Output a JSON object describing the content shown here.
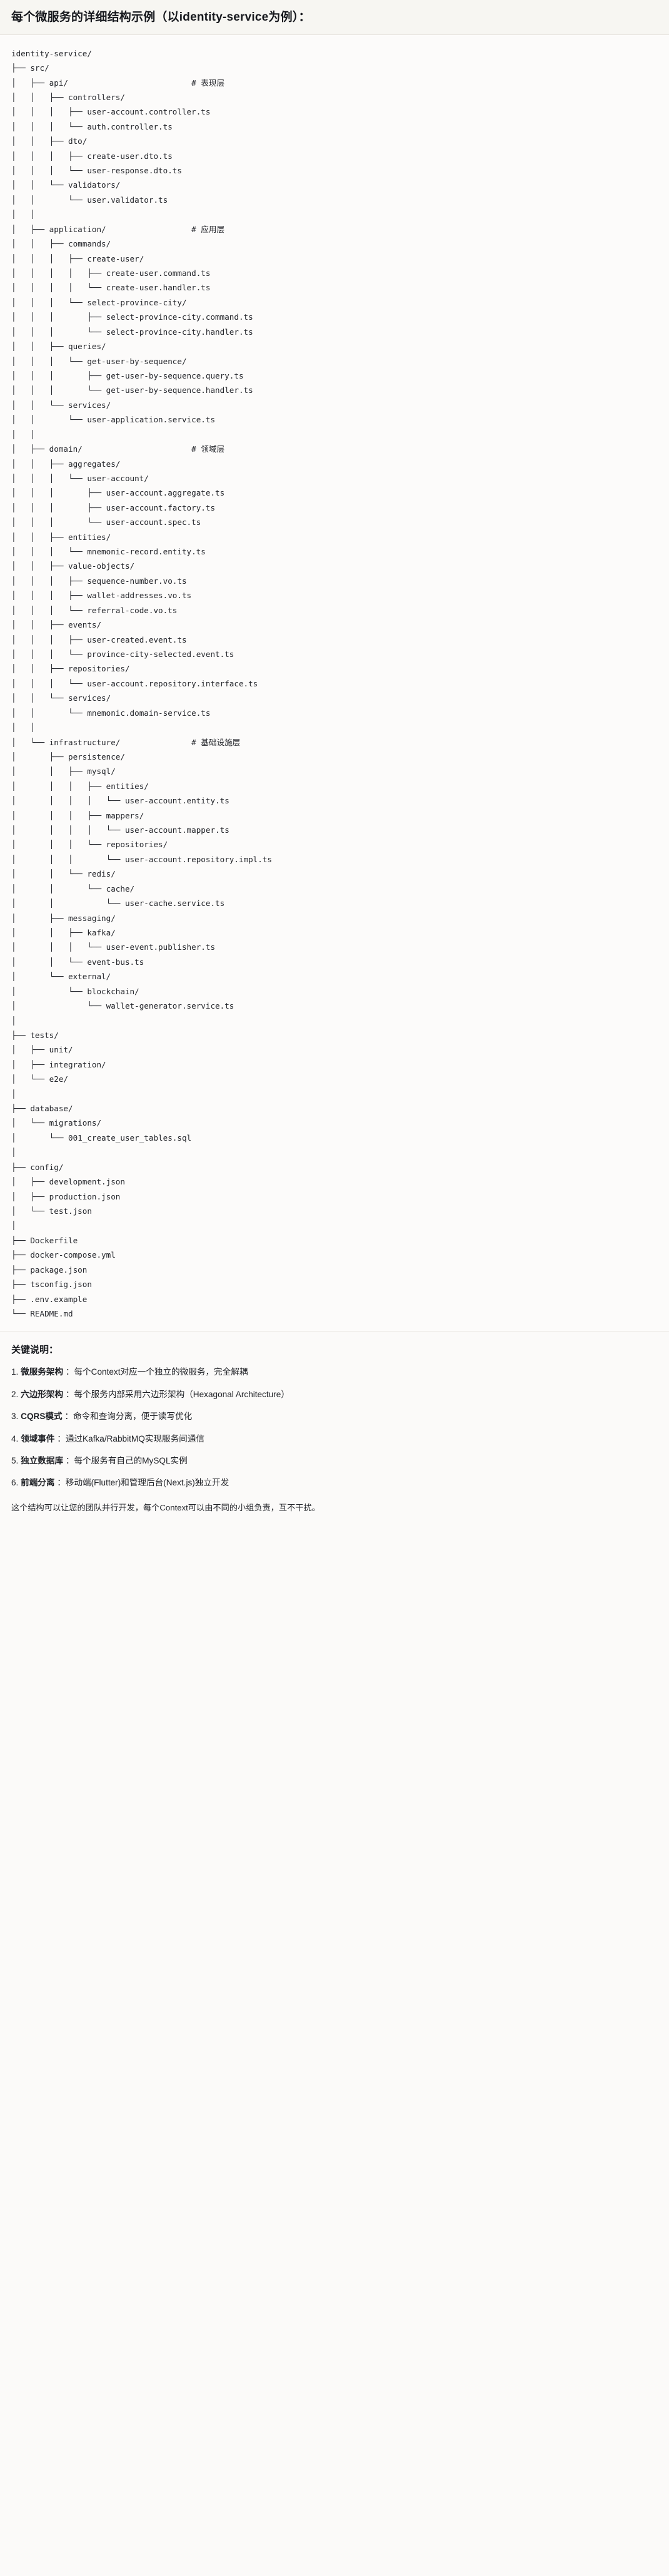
{
  "header": {
    "title": "每个微服务的详细结构示例（以identity-service为例）："
  },
  "tree": {
    "root_label": "identity-service/",
    "text": "identity-service/\n├── src/\n│   ├── api/                          # 表现层\n│   │   ├── controllers/\n│   │   │   ├── user-account.controller.ts\n│   │   │   └── auth.controller.ts\n│   │   ├── dto/\n│   │   │   ├── create-user.dto.ts\n│   │   │   └── user-response.dto.ts\n│   │   └── validators/\n│   │       └── user.validator.ts\n│   │\n│   ├── application/                  # 应用层\n│   │   ├── commands/\n│   │   │   ├── create-user/\n│   │   │   │   ├── create-user.command.ts\n│   │   │   │   └── create-user.handler.ts\n│   │   │   └── select-province-city/\n│   │   │       ├── select-province-city.command.ts\n│   │   │       └── select-province-city.handler.ts\n│   │   ├── queries/\n│   │   │   └── get-user-by-sequence/\n│   │   │       ├── get-user-by-sequence.query.ts\n│   │   │       └── get-user-by-sequence.handler.ts\n│   │   └── services/\n│   │       └── user-application.service.ts\n│   │\n│   ├── domain/                       # 领域层\n│   │   ├── aggregates/\n│   │   │   └── user-account/\n│   │   │       ├── user-account.aggregate.ts\n│   │   │       ├── user-account.factory.ts\n│   │   │       └── user-account.spec.ts\n│   │   ├── entities/\n│   │   │   └── mnemonic-record.entity.ts\n│   │   ├── value-objects/\n│   │   │   ├── sequence-number.vo.ts\n│   │   │   ├── wallet-addresses.vo.ts\n│   │   │   └── referral-code.vo.ts\n│   │   ├── events/\n│   │   │   ├── user-created.event.ts\n│   │   │   └── province-city-selected.event.ts\n│   │   ├── repositories/\n│   │   │   └── user-account.repository.interface.ts\n│   │   └── services/\n│   │       └── mnemonic.domain-service.ts\n│   │\n│   └── infrastructure/               # 基础设施层\n│       ├── persistence/\n│       │   ├── mysql/\n│       │   │   ├── entities/\n│       │   │   │   └── user-account.entity.ts\n│       │   │   ├── mappers/\n│       │   │   │   └── user-account.mapper.ts\n│       │   │   └── repositories/\n│       │   │       └── user-account.repository.impl.ts\n│       │   └── redis/\n│       │       └── cache/\n│       │           └── user-cache.service.ts\n│       ├── messaging/\n│       │   ├── kafka/\n│       │   │   └── user-event.publisher.ts\n│       │   └── event-bus.ts\n│       └── external/\n│           └── blockchain/\n│               └── wallet-generator.service.ts\n│\n├── tests/\n│   ├── unit/\n│   ├── integration/\n│   └── e2e/\n│\n├── database/\n│   └── migrations/\n│       └── 001_create_user_tables.sql\n│\n├── config/\n│   ├── development.json\n│   ├── production.json\n│   └── test.json\n│\n├── Dockerfile\n├── docker-compose.yml\n├── package.json\n├── tsconfig.json\n├── .env.example\n└── README.md",
    "layer_comments": [
      "# 表现层",
      "# 应用层",
      "# 领域层",
      "# 基础设施层"
    ]
  },
  "notes": {
    "heading": "关键说明：",
    "items": [
      {
        "index": "1.",
        "term": "微服务架构",
        "desc": "：每个Context对应一个独立的微服务，完全解耦"
      },
      {
        "index": "2.",
        "term": "六边形架构",
        "desc": "：每个服务内部采用六边形架构（Hexagonal Architecture）"
      },
      {
        "index": "3.",
        "term": "CQRS模式",
        "desc": "：命令和查询分离，便于读写优化"
      },
      {
        "index": "4.",
        "term": "领域事件",
        "desc": "：通过Kafka/RabbitMQ实现服务间通信"
      },
      {
        "index": "5.",
        "term": "独立数据库",
        "desc": "：每个服务有自己的MySQL实例"
      },
      {
        "index": "6.",
        "term": "前端分离",
        "desc": "：移动端(Flutter)和管理后台(Next.js)独立开发"
      }
    ],
    "closing": "这个结构可以让您的团队并行开发，每个Context可以由不同的小组负责，互不干扰。"
  },
  "colors": {
    "page_bg": "#fbfaf9",
    "header_bg": "#f7f6f2",
    "code_bg": "#fcfbfa",
    "text": "#1f1f1f",
    "divider": "#e6e3dd"
  }
}
